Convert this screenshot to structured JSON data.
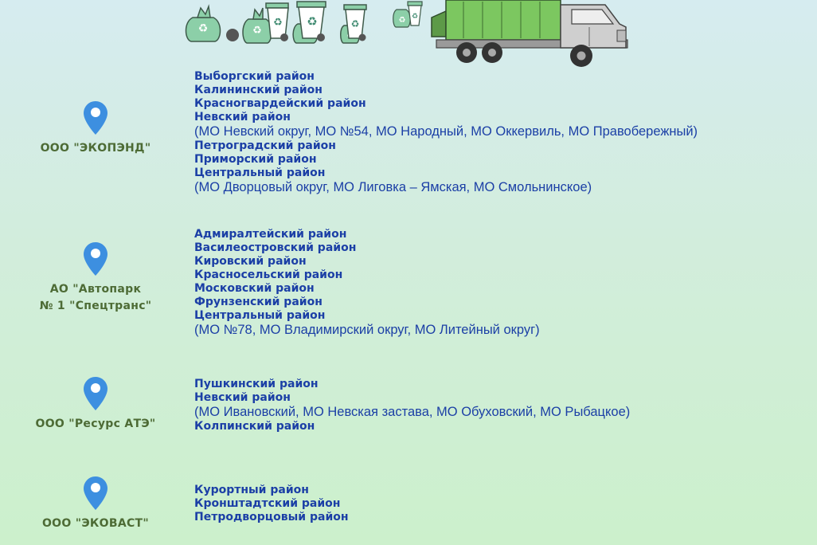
{
  "operators": [
    {
      "name": "ООО \"ЭКОПЭНД\"",
      "lines": [
        {
          "kind": "district",
          "text": "Выборгский район"
        },
        {
          "kind": "district",
          "text": "Калининский район"
        },
        {
          "kind": "district",
          "text": "Красногвардейский район"
        },
        {
          "kind": "district",
          "text": "Невский район"
        },
        {
          "kind": "note",
          "text": "(МО Невский округ, МО №54, МО Народный, МО Оккервиль, МО Правобережный)"
        },
        {
          "kind": "district",
          "text": "Петроградский район"
        },
        {
          "kind": "district",
          "text": "Приморский  район"
        },
        {
          "kind": "district",
          "text": "Центральный район"
        },
        {
          "kind": "note",
          "text": "(МО Дворцовый округ, МО Лиговка – Ямская, МО Смольнинское)"
        }
      ]
    },
    {
      "name": "АО \"Автопарк\n№ 1 \"Спецтранс\"",
      "lines": [
        {
          "kind": "district",
          "text": "Адмиралтейский район"
        },
        {
          "kind": "district",
          "text": "Василеостровский район"
        },
        {
          "kind": "district",
          "text": "Кировский район"
        },
        {
          "kind": "district",
          "text": "Красносельский район"
        },
        {
          "kind": "district",
          "text": "Московский район"
        },
        {
          "kind": "district",
          "text": "Фрунзенский район"
        },
        {
          "kind": "district",
          "text": "Центральный  район"
        },
        {
          "kind": "note",
          "text": "(МО №78, МО Владимирский округ, МО Литейный округ)"
        }
      ]
    },
    {
      "name": "ООО \"Ресурс АТЭ\"",
      "lines": [
        {
          "kind": "district",
          "text": "Пушкинский район"
        },
        {
          "kind": "district",
          "text": "Невский район"
        },
        {
          "kind": "note",
          "text": "(МО Ивановский, МО Невская застава, МО Обуховский, МО Рыбацкое)"
        },
        {
          "kind": "district",
          "text": "Колпинский район"
        }
      ]
    },
    {
      "name": "ООО \"ЭКОВАСТ\"",
      "lines": [
        {
          "kind": "district",
          "text": "Курортный район"
        },
        {
          "kind": "district",
          "text": "Кронштадтский район"
        },
        {
          "kind": "district",
          "text": "Петродворцовый район"
        }
      ]
    }
  ],
  "colors": {
    "district_text": "#1b3fa6",
    "operator_text": "#4d6b35",
    "pin": "#3d8fe0",
    "bag": "#8ccfa8",
    "truck_body": "#7cc760"
  },
  "icons": [
    "recycling-bag-icon",
    "wheelie-bin-icon",
    "garbage-truck-icon",
    "map-pin-icon"
  ]
}
